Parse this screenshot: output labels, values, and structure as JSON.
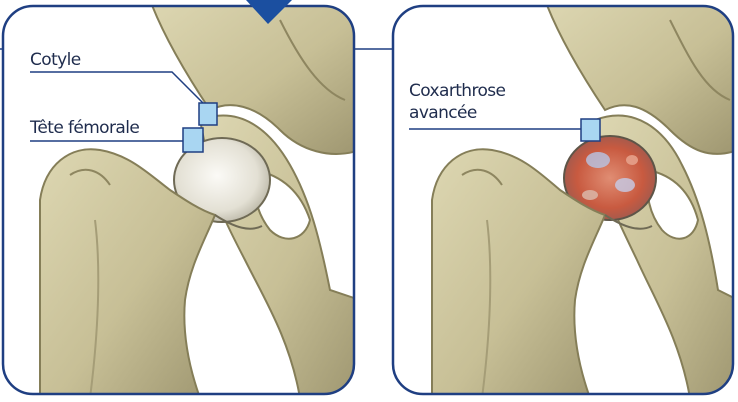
{
  "labels": {
    "cotyle": "Cotyle",
    "tete_femorale": "Tête fémorale",
    "coxarthrose_line1": "Coxarthrose",
    "coxarthrose_line2": "avancée"
  },
  "colors": {
    "frame": "#1f3f82",
    "accent": "#1b4fa0",
    "marker_fill": "#a9d6f2",
    "bone": "#c9c29a",
    "bone_shadow": "#8e8660",
    "cartilage": "#ece9df",
    "inflamed": "#c2563f"
  }
}
